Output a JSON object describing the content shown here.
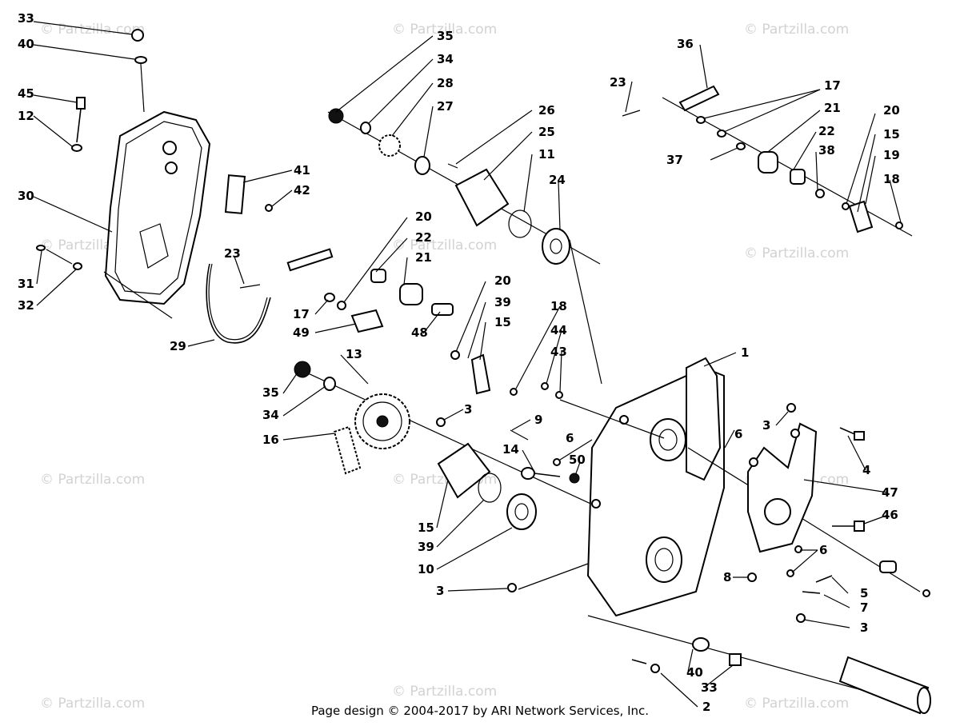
{
  "watermark": "© Partzilla.com",
  "footer": "Page design © 2004-2017 by ARI Network Services, Inc.",
  "callouts": [
    "33",
    "40",
    "45",
    "12",
    "30",
    "31",
    "32",
    "41",
    "42",
    "23",
    "29",
    "17",
    "49",
    "20",
    "22",
    "21",
    "48",
    "35",
    "34",
    "28",
    "27",
    "26",
    "25",
    "11",
    "24",
    "39",
    "15",
    "18",
    "44",
    "43",
    "13",
    "16",
    "3",
    "9",
    "14",
    "6",
    "50",
    "1",
    "4",
    "47",
    "46",
    "5",
    "7",
    "8",
    "10",
    "2",
    "36",
    "38",
    "37",
    "19"
  ]
}
